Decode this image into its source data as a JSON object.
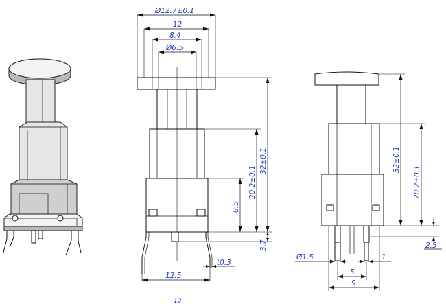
{
  "front_view": {
    "dims": {
      "overall_diameter": "Ø12.7±0.1",
      "width_12": "12",
      "width_8_4": "8.4",
      "shaft_diameter": "Ø6.5",
      "height_total": "32±0.1",
      "height_body": "20.2±0.1",
      "height_base": "8.5",
      "lead_below": "3.7",
      "lead_thickness": "t0.3",
      "lead_span": "12.5"
    }
  },
  "side_view": {
    "dims": {
      "height_total": "32±0.1",
      "height_body": "20.2±0.1",
      "lead_below": "2.5",
      "pin_diameter": "Ø1.5",
      "pin_width": "1",
      "pin_pitch": "5",
      "pin_span": "9"
    }
  },
  "footer": {
    "cut_off_label": "12"
  }
}
